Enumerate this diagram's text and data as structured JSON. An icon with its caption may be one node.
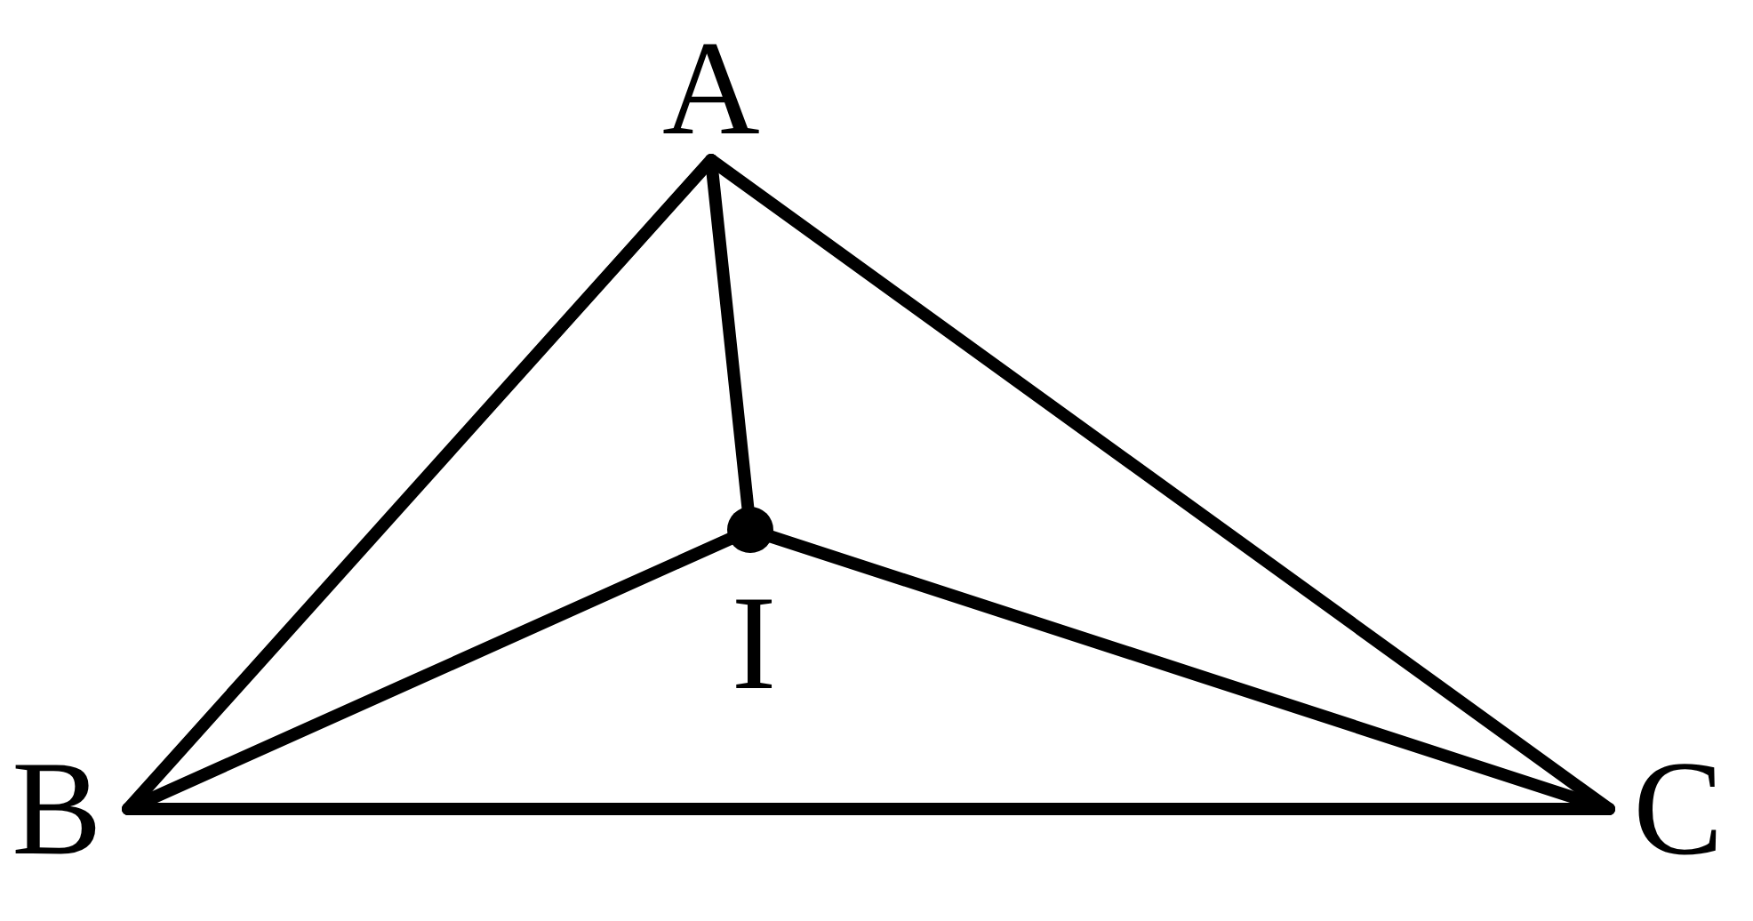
{
  "diagram": {
    "nodes": [
      {
        "text": [
          "A"
        ]
      },
      {
        "text": [
          "I"
        ]
      },
      {
        "text": [
          "B"
        ]
      },
      {
        "text": [
          "C"
        ]
      }
    ],
    "edges": [
      {
        "from": 0,
        "to": 2,
        "arrow": "none"
      },
      {
        "from": 0,
        "to": 3,
        "arrow": "none"
      },
      {
        "from": 2,
        "to": 3,
        "arrow": "none"
      },
      {
        "from": 0,
        "to": 1,
        "arrow": "none"
      },
      {
        "from": 2,
        "to": 1,
        "arrow": "none"
      },
      {
        "from": 3,
        "to": 1,
        "arrow": "none"
      }
    ]
  }
}
